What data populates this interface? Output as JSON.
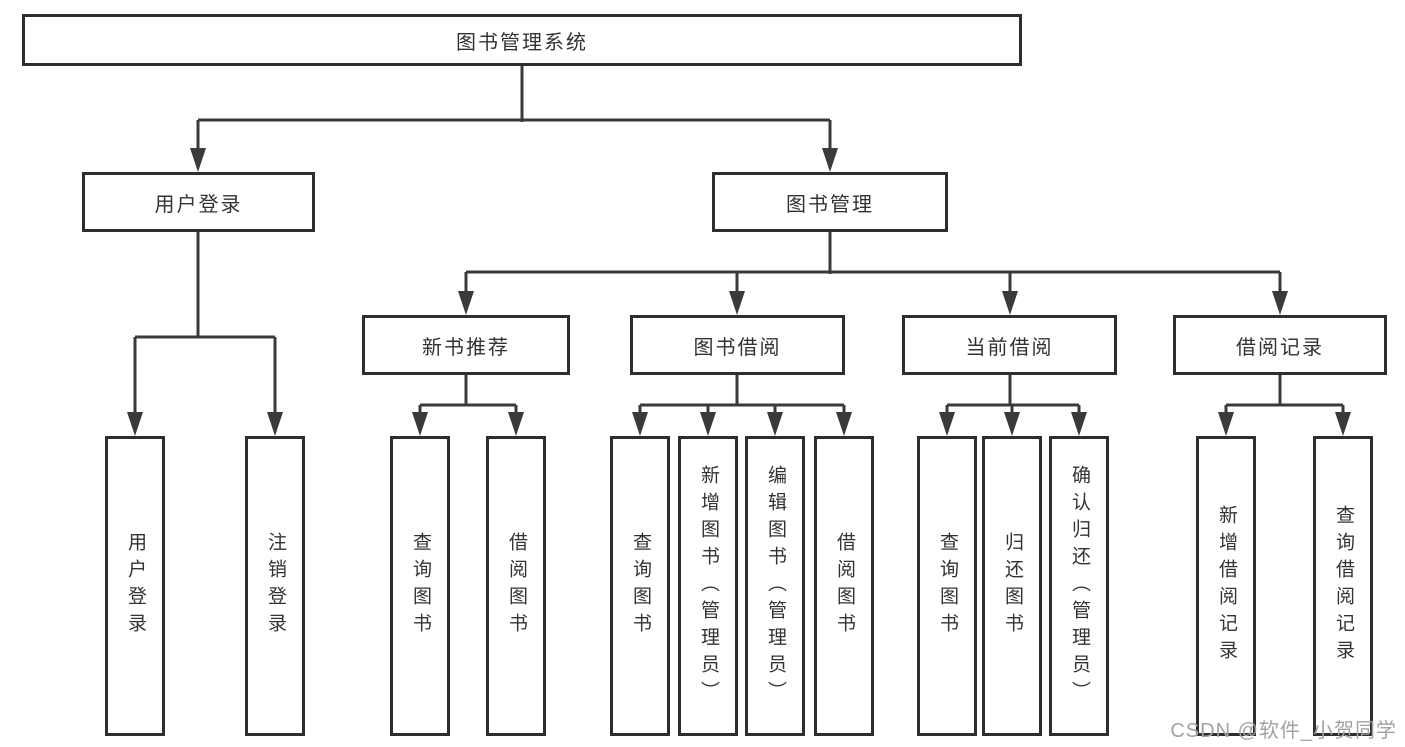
{
  "tree": {
    "root": "图书管理系统",
    "children": [
      {
        "label": "用户登录",
        "children": [
          {
            "label": "用户登录"
          },
          {
            "label": "注销登录"
          }
        ]
      },
      {
        "label": "图书管理",
        "children": [
          {
            "label": "新书推荐",
            "children": [
              {
                "label": "查询图书"
              },
              {
                "label": "借阅图书"
              }
            ]
          },
          {
            "label": "图书借阅",
            "children": [
              {
                "label": "查询图书"
              },
              {
                "label": "新增图书（管理员）"
              },
              {
                "label": "编辑图书（管理员）"
              },
              {
                "label": "借阅图书"
              }
            ]
          },
          {
            "label": "当前借阅",
            "children": [
              {
                "label": "查询图书"
              },
              {
                "label": "归还图书"
              },
              {
                "label": "确认归还（管理员）"
              }
            ]
          },
          {
            "label": "借阅记录",
            "children": [
              {
                "label": "新增借阅记录"
              },
              {
                "label": "查询借阅记录"
              }
            ]
          }
        ]
      }
    ]
  },
  "watermark": "CSDN @软件_小贺同学",
  "colors": {
    "line": "#3a3a3a",
    "box_border": "#2e2e2e",
    "text": "#333333",
    "watermark_color": "#a6a0a0"
  }
}
